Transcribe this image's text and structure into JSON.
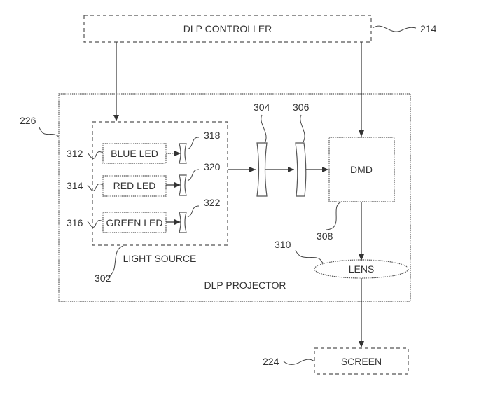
{
  "diagram": {
    "controller": {
      "label": "DLP CONTROLLER",
      "ref": "214"
    },
    "projector": {
      "label": "DLP PROJECTOR",
      "ref": "226"
    },
    "light_source": {
      "label": "LIGHT SOURCE",
      "ref": "302"
    },
    "leds": [
      {
        "label": "BLUE LED",
        "ref": "312",
        "lens_ref": "318"
      },
      {
        "label": "RED LED",
        "ref": "314",
        "lens_ref": "320"
      },
      {
        "label": "GREEN LED",
        "ref": "316",
        "lens_ref": "322"
      }
    ],
    "optics": [
      {
        "ref": "304"
      },
      {
        "ref": "306"
      }
    ],
    "dmd": {
      "label": "DMD",
      "ref": "308"
    },
    "lens": {
      "label": "LENS",
      "ref": "310"
    },
    "screen": {
      "label": "SCREEN",
      "ref": "224"
    }
  }
}
